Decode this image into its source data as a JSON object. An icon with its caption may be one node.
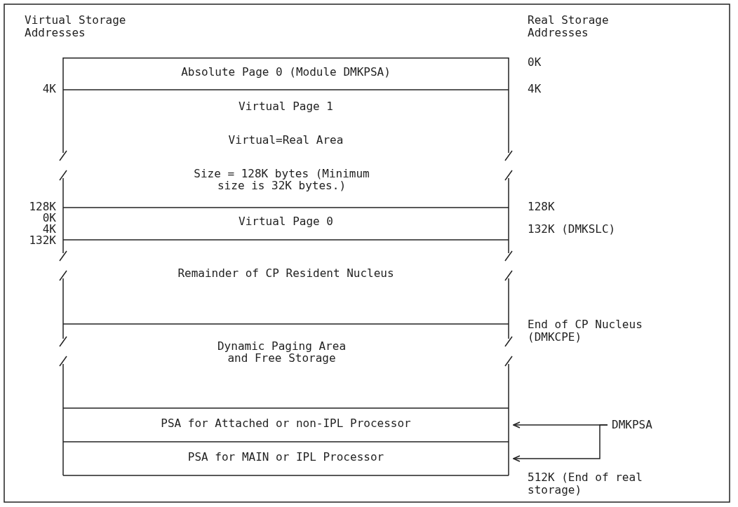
{
  "diagram": {
    "nodes": [
      {
        "text": [
          "Absolute Page 0 (Module DMKPSA)"
        ]
      },
      {
        "text": [
          "Virtual Page 1",
          "Virtual=Real Area",
          "Size = 128K bytes (Minimum size is 32K bytes.)"
        ]
      },
      {
        "text": [
          "Virtual Page 0"
        ]
      },
      {
        "text": [
          "Remainder of CP Resident Nucleus"
        ]
      },
      {
        "text": [
          "Dynamic Paging Area and Free Storage"
        ]
      },
      {
        "text": [
          "PSA for Attached or non-IPL Processor"
        ]
      },
      {
        "text": [
          "PSA for MAIN or IPL Processor"
        ]
      },
      {
        "text": [
          "DMKPSA"
        ]
      }
    ],
    "edges": [
      {
        "from": 7,
        "to": 5,
        "arrow": "to"
      },
      {
        "from": 7,
        "to": 6,
        "arrow": "to"
      }
    ],
    "labels": [
      "Virtual Storage Addresses",
      "Real Storage Addresses",
      "0K",
      "4K",
      "4K",
      "128K",
      "128K",
      "0K",
      "4K",
      "132K (DMKSLC)",
      "132K",
      "End of CP Nucleus (DMKCPE)",
      "512K (End of real storage)"
    ]
  }
}
